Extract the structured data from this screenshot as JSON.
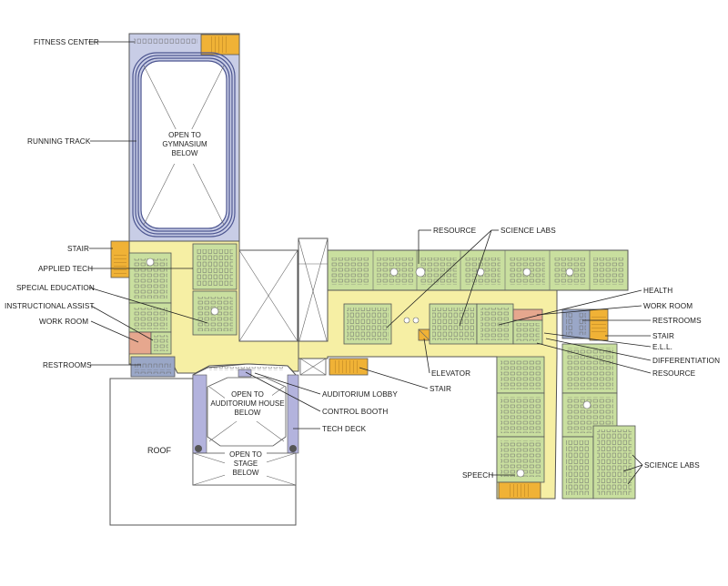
{
  "colors": {
    "corridor": "#f6efa4",
    "classroom": "#c9df9f",
    "gym": "#c8cde6",
    "stair": "#f0b236",
    "work_room": "#e6a78e",
    "restroom": "#9aa7c7",
    "tech_deck": "#b3b3dd",
    "roof": "#ffffff",
    "outline": "#555555"
  },
  "labels": {
    "fitness_center": "FITNESS CENTER",
    "running_track": "RUNNING TRACK",
    "stair_left": "STAIR",
    "applied_tech": "APPLIED TECH",
    "special_education": "SPECIAL EDUCATION",
    "instructional_assist": "INSTRUCTIONAL ASSIST.",
    "work_room_left": "WORK ROOM",
    "restrooms_left": "RESTROOMS",
    "resource_top": "RESOURCE",
    "science_labs_top": "SCIENCE LABS",
    "health": "HEALTH",
    "work_room_right": "WORK ROOM",
    "restrooms_right": "RESTROOMS",
    "stair_right": "STAIR",
    "ell": "E.L.L.",
    "differentiation": "DIFFERENTIATION",
    "resource_right": "RESOURCE",
    "elevator": "ELEVATOR",
    "stair_bottom": "STAIR",
    "auditorium_lobby": "AUDITORIUM LOBBY",
    "control_booth": "CONTROL BOOTH",
    "tech_deck": "TECH DECK",
    "speech": "SPEECH",
    "science_labs_bottom": "SCIENCE LABS",
    "roof": "ROOF"
  },
  "inner_text": {
    "gym": [
      "OPEN TO",
      "GYMNASIUM",
      "BELOW"
    ],
    "auditorium": [
      "OPEN TO",
      "AUDITORIUM HOUSE",
      "BELOW"
    ],
    "stage": [
      "OPEN TO",
      "STAGE",
      "BELOW"
    ]
  }
}
